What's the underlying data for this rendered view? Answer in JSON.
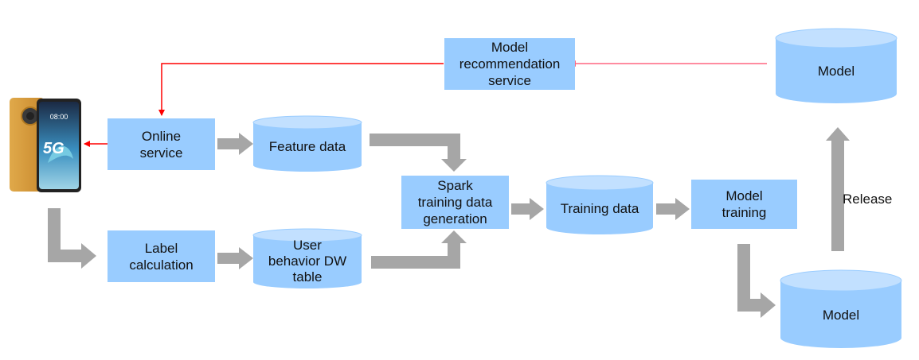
{
  "colors": {
    "box_fill": "#99ccff",
    "cylinder_fill": "#99ccff",
    "cylinder_top": "#c2e0ff",
    "gray_arrow": "#a6a6a6",
    "red_arrow": "#ff0000",
    "pink_arrow": "#ff6680",
    "phone_gold": "#d99a3c",
    "phone_screen": "#4aa3c7"
  },
  "phone": {
    "badge": "5G",
    "clock": "08:00"
  },
  "nodes": {
    "model_recommendation_service": "Model\nrecommendation\nservice",
    "online_service": "Online\nservice",
    "label_calculation": "Label\ncalculation",
    "spark_generation": "Spark\ntraining data\ngeneration",
    "model_training": "Model\ntraining"
  },
  "stores": {
    "feature_data": "Feature data",
    "user_behavior": "User\nbehavior DW\ntable",
    "training_data": "Training data",
    "model_top": "Model",
    "model_bottom": "Model"
  },
  "edge_labels": {
    "release": "Release"
  }
}
